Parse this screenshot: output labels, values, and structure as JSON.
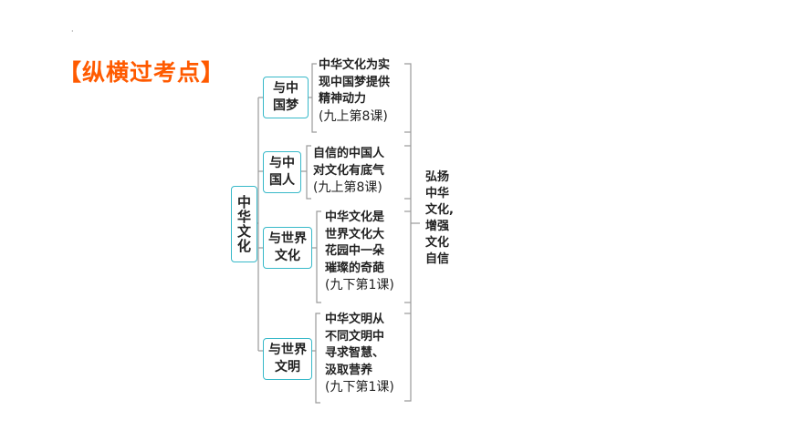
{
  "page": {
    "dot": "·",
    "title": "【纵横过考点】"
  },
  "diagram": {
    "root": "中华文化",
    "branches": [
      {
        "label_lines": [
          "与中",
          "国梦"
        ],
        "leaf_lines": [
          "中华文化为实",
          "现中国梦提供",
          "精神动力"
        ],
        "source": "(九上第8课)"
      },
      {
        "label_lines": [
          "与中",
          "国人"
        ],
        "leaf_lines": [
          "自信的中国人",
          "对文化有底气"
        ],
        "source": "(九上第8课)"
      },
      {
        "label_lines": [
          "与世界",
          "文化"
        ],
        "leaf_lines": [
          "中华文化是",
          "世界文化大",
          "花园中一朵",
          "璀璨的奇葩"
        ],
        "source": "(九下第1课)"
      },
      {
        "label_lines": [
          "与世界",
          "文明"
        ],
        "leaf_lines": [
          "中华文明从",
          "不同文明中",
          "寻求智慧、",
          "汲取营养"
        ],
        "source": "(九下第1课)"
      }
    ],
    "conclusion_lines": [
      "弘扬",
      "中华",
      "文化,",
      "增强",
      "文化",
      "自信"
    ],
    "colors": {
      "accent": "#38b9c9",
      "title": "#ff5a00",
      "line": "#9a9a9a"
    }
  }
}
